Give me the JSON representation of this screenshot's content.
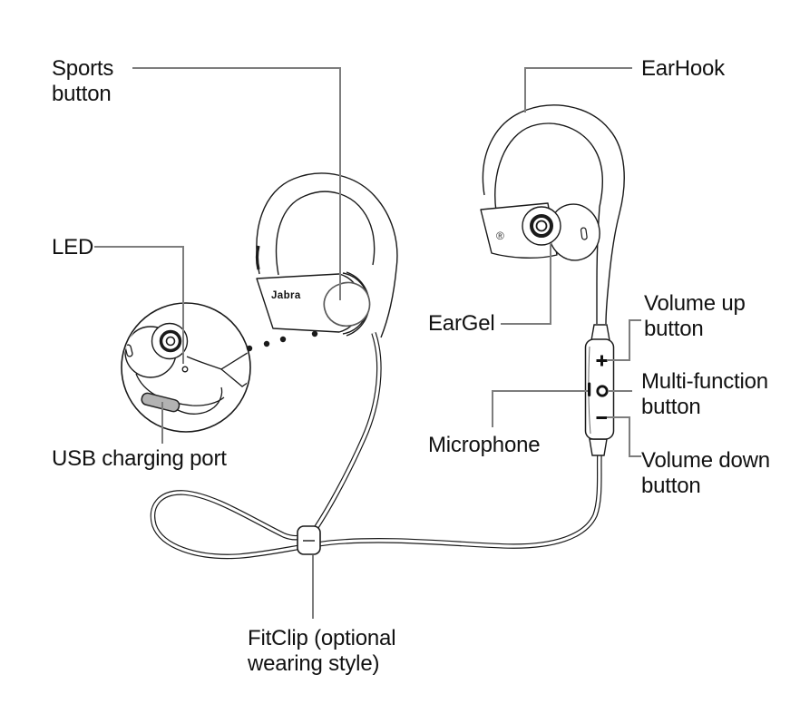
{
  "device": {
    "brand_logo": "Jabra",
    "registered_mark": "®"
  },
  "callouts": {
    "sports_button": "Sports button",
    "earhook": "EarHook",
    "led": "LED",
    "eargel": "EarGel",
    "volume_up_button": "Volume up button",
    "multi_function_button": "Multi-function button",
    "microphone": "Microphone",
    "volume_down_button": "Volume down button",
    "usb_charging_port": "USB charging port",
    "fitclip": "FitClip (optional wearing style)"
  },
  "inline_remote": {
    "volume_up_symbol": "+",
    "multi_function_symbol": "○",
    "volume_down_symbol": "−"
  },
  "colors": {
    "line": "#1a1a1a",
    "leader_line": "#7d7d7d",
    "label_text": "#111111",
    "sports_button_outline": "#5a5a5a",
    "usb_port_fill": "#b3b3b3",
    "background": "#ffffff"
  }
}
